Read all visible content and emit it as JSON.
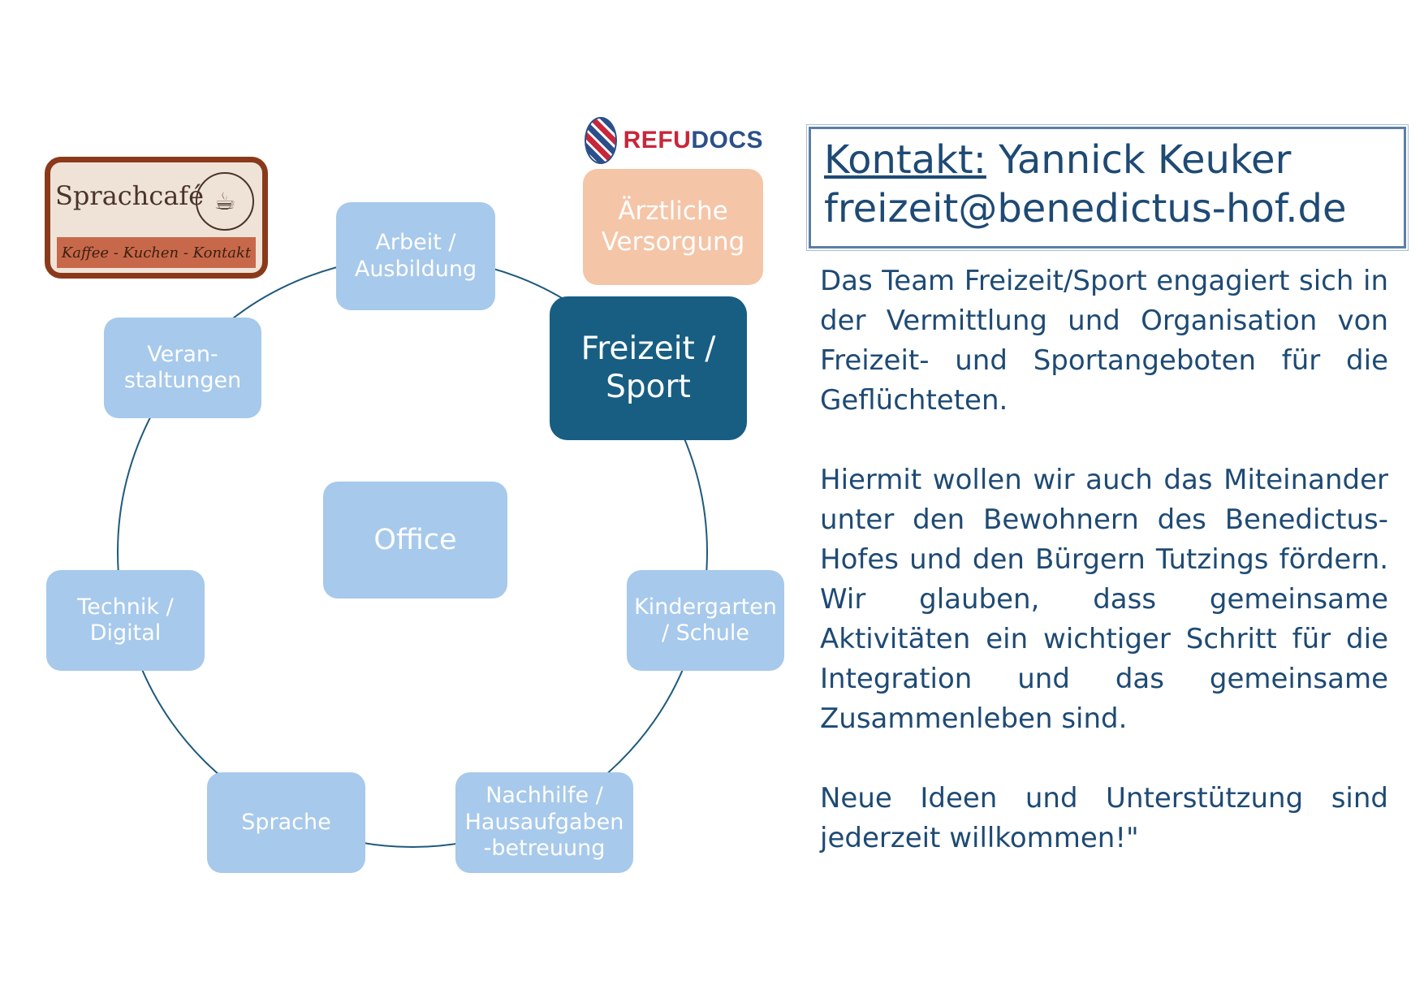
{
  "colors": {
    "ring": "#1e5a7c",
    "node": "#a7c9eb",
    "active_node": "#185e82",
    "doc_node": "#f5c5a8",
    "text": "#1e4a74"
  },
  "diagram": {
    "center": "Office",
    "nodes": [
      {
        "id": "arbeit",
        "label": "Arbeit /\nAusbildung"
      },
      {
        "id": "freizeit",
        "label": "Freizeit /\nSport",
        "active": true
      },
      {
        "id": "kindergarten",
        "label": "Kindergarten\n/ Schule"
      },
      {
        "id": "nachhilfe",
        "label": "Nachhilfe  /\nHausaufgaben\n-betreuung"
      },
      {
        "id": "sprache",
        "label": "Sprache"
      },
      {
        "id": "technik",
        "label": "Technik /\nDigital"
      },
      {
        "id": "veranstaltungen",
        "label": "Veran-\nstaltungen"
      }
    ],
    "extra_node": "Ärztliche\nVersorgung"
  },
  "logos": {
    "sprachcafe": {
      "name": "Sprachcafé",
      "tagline": "Kaffee - Kuchen - Kontakt",
      "icon": "coffee-cup-icon"
    },
    "refudocs": {
      "part1": "REFU",
      "part2": "DOCS",
      "icon": "globe-icon"
    }
  },
  "contact": {
    "label": "Kontakt:",
    "name": "Yannick Keuker",
    "email": "freizeit@benedictus-hof.de"
  },
  "paragraphs": [
    "Das Team Freizeit/Sport engagiert sich in der Vermittlung und Organisation von Freizeit- und Sportangeboten für die Geflüchteten.",
    "Hiermit wollen wir auch das Miteinander unter den Bewohnern des Benedictus-Hofes und den Bürgern Tutzings fördern. Wir glauben, dass gemeinsame Aktivitäten ein wichtiger Schritt für die Integration und das gemeinsame Zusammenleben sind.",
    "Neue Ideen und Unterstützung sind jederzeit willkommen!\""
  ]
}
